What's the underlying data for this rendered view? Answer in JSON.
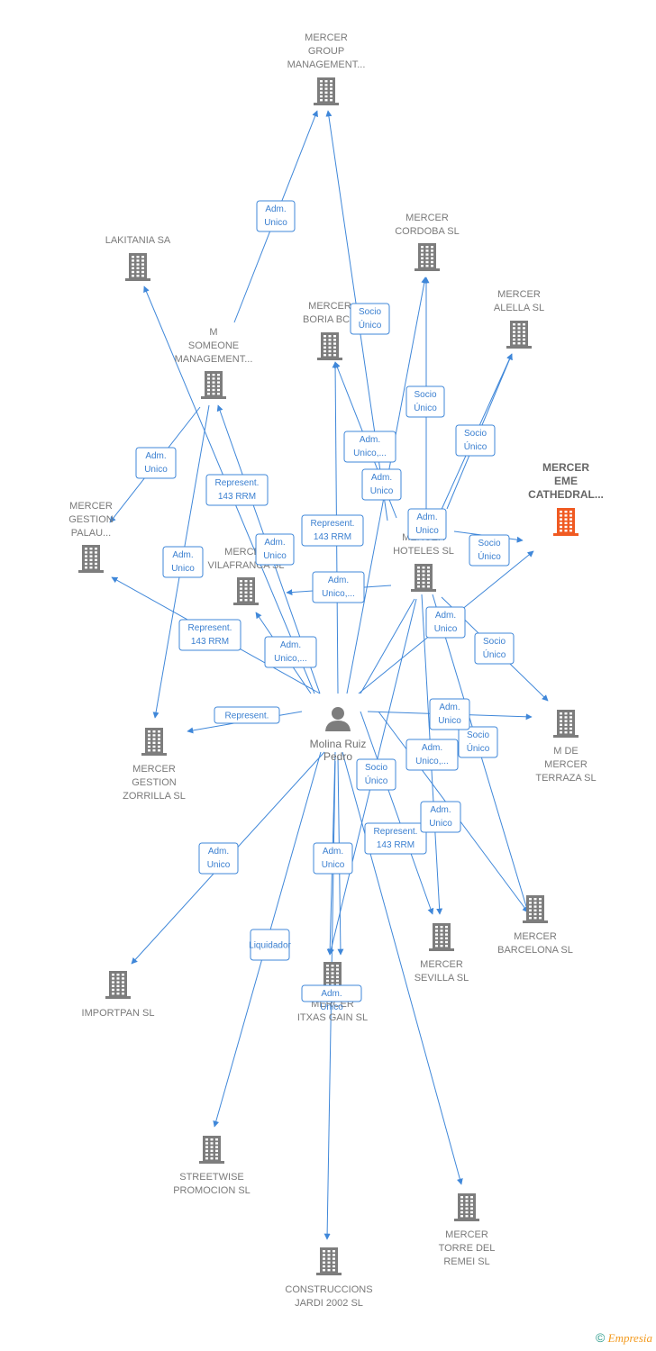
{
  "colors": {
    "edge": "#3f87d9",
    "building": "#7d7d7d",
    "highlight_building": "#f05a22",
    "label_border": "#3f87d9",
    "label_text": "#3a7fd0"
  },
  "center_person": {
    "icon": "person-icon",
    "lines": [
      "Molina Ruiz",
      "Pedro"
    ]
  },
  "companies": [
    {
      "id": "mercer_group",
      "lines": [
        "MERCER",
        "GROUP",
        "MANAGEMENT..."
      ],
      "icon": "building-icon",
      "highlight": false
    },
    {
      "id": "lakitania",
      "lines": [
        "LAKITANIA SA"
      ],
      "icon": "building-icon",
      "highlight": false
    },
    {
      "id": "mercer_cordoba",
      "lines": [
        "MERCER",
        "CORDOBA SL"
      ],
      "icon": "building-icon",
      "highlight": false
    },
    {
      "id": "mercer_boria",
      "lines": [
        "MERCER",
        "BORIA BCN"
      ],
      "icon": "building-icon",
      "highlight": false
    },
    {
      "id": "mercer_alella",
      "lines": [
        "MERCER",
        "ALELLA SL"
      ],
      "icon": "building-icon",
      "highlight": false
    },
    {
      "id": "m_someone",
      "lines": [
        "M",
        "SOMEONE",
        "MANAGEMENT..."
      ],
      "icon": "building-icon",
      "highlight": false
    },
    {
      "id": "mercer_eme",
      "lines": [
        "MERCER",
        "EME",
        "CATHEDRAL..."
      ],
      "icon": "building-icon",
      "highlight": true
    },
    {
      "id": "mercer_gestion_palau",
      "lines": [
        "MERCER",
        "GESTION",
        "PALAU..."
      ],
      "icon": "building-icon",
      "highlight": false
    },
    {
      "id": "mercer_vilafranca",
      "lines": [
        "MERCER",
        "VILAFRANCA SL"
      ],
      "icon": "building-icon",
      "highlight": false
    },
    {
      "id": "mercer_hoteles",
      "lines": [
        "MERCER",
        "HOTELES SL"
      ],
      "icon": "building-icon",
      "highlight": false
    },
    {
      "id": "m_de_mercer_terraza",
      "lines": [
        "M DE",
        "MERCER",
        "TERRAZA  SL"
      ],
      "icon": "building-icon",
      "highlight": false
    },
    {
      "id": "mercer_gestion_zorrilla",
      "lines": [
        "MERCER",
        "GESTION",
        "ZORRILLA  SL"
      ],
      "icon": "building-icon",
      "highlight": false
    },
    {
      "id": "mercer_barcelona",
      "lines": [
        "MERCER",
        "BARCELONA SL"
      ],
      "icon": "building-icon",
      "highlight": false
    },
    {
      "id": "mercer_sevilla",
      "lines": [
        "MERCER",
        "SEVILLA SL"
      ],
      "icon": "building-icon",
      "highlight": false
    },
    {
      "id": "importpan",
      "lines": [
        "IMPORTPAN SL"
      ],
      "icon": "building-icon",
      "highlight": false
    },
    {
      "id": "mercer_itxas",
      "lines": [
        "MERCER",
        "ITXAS GAIN  SL"
      ],
      "icon": "building-icon",
      "highlight": false
    },
    {
      "id": "streetwise",
      "lines": [
        "STREETWISE",
        "PROMOCION SL"
      ],
      "icon": "building-icon",
      "highlight": false
    },
    {
      "id": "mercer_torre",
      "lines": [
        "MERCER",
        "TORRE DEL",
        "REMEI  SL"
      ],
      "icon": "building-icon",
      "highlight": false
    },
    {
      "id": "construccions",
      "lines": [
        "CONSTRUCCIONS",
        "JARDI 2002 SL"
      ],
      "icon": "building-icon",
      "highlight": false
    }
  ],
  "edge_labels": [
    {
      "id": "lbl_1",
      "lines": [
        "Adm.",
        "Unico"
      ]
    },
    {
      "id": "lbl_2",
      "lines": [
        "Socio",
        "Único"
      ]
    },
    {
      "id": "lbl_3",
      "lines": [
        "Socio",
        "Único"
      ]
    },
    {
      "id": "lbl_4",
      "lines": [
        "Socio",
        "Único"
      ]
    },
    {
      "id": "lbl_5",
      "lines": [
        "Adm.",
        "Unico,..."
      ]
    },
    {
      "id": "lbl_6",
      "lines": [
        "Adm.",
        "Unico"
      ]
    },
    {
      "id": "lbl_7",
      "lines": [
        "Adm.",
        "Unico"
      ]
    },
    {
      "id": "lbl_8",
      "lines": [
        "Represent.",
        "143 RRM"
      ]
    },
    {
      "id": "lbl_9",
      "lines": [
        "Adm.",
        "Unico"
      ]
    },
    {
      "id": "lbl_10",
      "lines": [
        "Represent.",
        "143 RRM"
      ]
    },
    {
      "id": "lbl_11",
      "lines": [
        "Socio",
        "Único"
      ]
    },
    {
      "id": "lbl_12",
      "lines": [
        "Adm.",
        "Unico"
      ]
    },
    {
      "id": "lbl_13",
      "lines": [
        "Adm.",
        "Unico,..."
      ]
    },
    {
      "id": "lbl_14",
      "lines": [
        "Adm.",
        "Unico"
      ]
    },
    {
      "id": "lbl_15",
      "lines": [
        "Represent.",
        "143 RRM"
      ]
    },
    {
      "id": "lbl_16",
      "lines": [
        "Adm.",
        "Unico,..."
      ]
    },
    {
      "id": "lbl_17",
      "lines": [
        "Socio",
        "Único"
      ]
    },
    {
      "id": "lbl_18",
      "lines": [
        "Represent."
      ]
    },
    {
      "id": "lbl_19",
      "lines": [
        "Adm.",
        "Unico"
      ]
    },
    {
      "id": "lbl_20",
      "lines": [
        "Socio",
        "Único"
      ]
    },
    {
      "id": "lbl_21",
      "lines": [
        "Adm.",
        "Unico,..."
      ]
    },
    {
      "id": "lbl_22",
      "lines": [
        "Socio",
        "Único"
      ]
    },
    {
      "id": "lbl_23",
      "lines": [
        "Adm.",
        "Unico"
      ]
    },
    {
      "id": "lbl_24",
      "lines": [
        "Represent.",
        "143 RRM"
      ]
    },
    {
      "id": "lbl_25",
      "lines": [
        "Adm.",
        "Unico"
      ]
    },
    {
      "id": "lbl_26",
      "lines": [
        "Adm.",
        "Unico"
      ]
    },
    {
      "id": "lbl_27",
      "lines": [
        "Adm.",
        "Unico"
      ]
    },
    {
      "id": "lbl_28",
      "lines": [
        "Liquidador"
      ]
    },
    {
      "id": "lbl_29",
      "lines": [
        "Adm.",
        "Unico"
      ]
    }
  ],
  "footer": {
    "copyright_symbol": "©",
    "brand": "Empresia"
  }
}
